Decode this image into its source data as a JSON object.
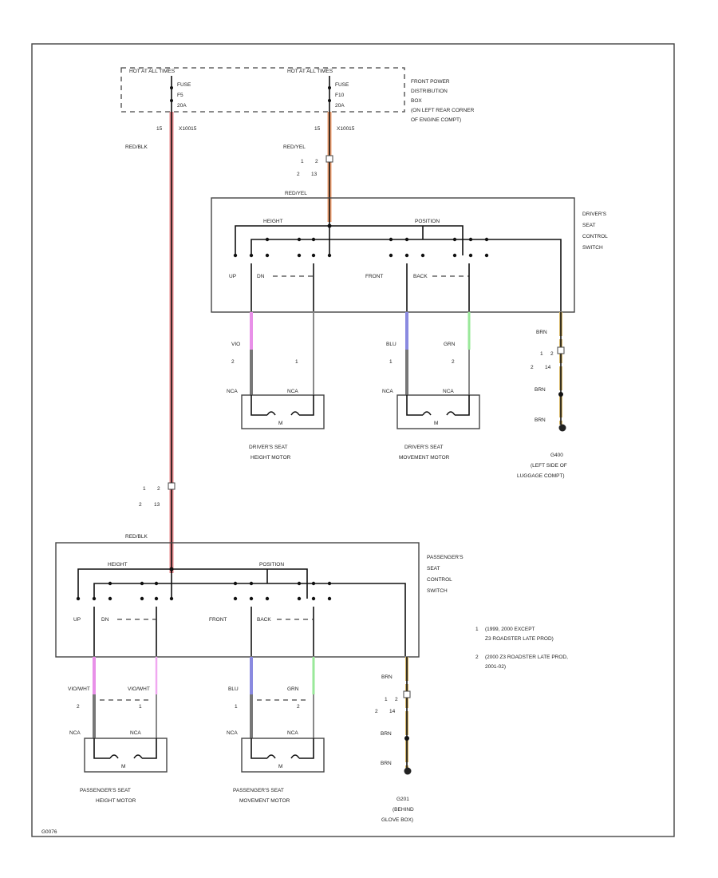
{
  "fuse_box": {
    "hot_left": "HOT AT ALL TIMES",
    "hot_right": "HOT AT ALL TIMES",
    "fuse_label": "FUSE",
    "fuse_left_id": "F5",
    "fuse_left_amp": "20A",
    "fuse_right_id": "F10",
    "fuse_right_amp": "20A",
    "name_lines": [
      "FRONT POWER",
      "DISTRIBUTION",
      "BOX",
      "(ON LEFT REAR CORNER",
      "OF ENGINE COMPT)"
    ],
    "conn_left": "X10015",
    "conn_right": "X10015",
    "pin_left": "15",
    "pin_right": "15"
  },
  "wires": {
    "red_blk": "RED/BLK",
    "red_yel": "RED/YEL",
    "red_yel_2": "RED/YEL",
    "red_blk_2": "RED/BLK",
    "brn": "BRN",
    "vio": "VIO",
    "blu": "BLU",
    "grn": "GRN",
    "vio_wht": "VIO/WHT"
  },
  "splice_pins": {
    "row1_marker": "1",
    "row1_pin": "2",
    "row2_marker": "2",
    "row2_pin": "13",
    "ground_pin": "14"
  },
  "drivers_switch": {
    "name_lines": [
      "DRIVER'S",
      "SEAT",
      "CONTROL",
      "SWITCH"
    ],
    "height": "HEIGHT",
    "position": "POSITION",
    "up": "UP",
    "dn": "DN",
    "front": "FRONT",
    "back": "BACK"
  },
  "passengers_switch": {
    "name_lines": [
      "PASSENGER'S",
      "SEAT",
      "CONTROL",
      "SWITCH"
    ],
    "height": "HEIGHT",
    "position": "POSITION",
    "up": "UP",
    "dn": "DN",
    "front": "FRONT",
    "back": "BACK"
  },
  "motors": {
    "pin1": "1",
    "pin2": "2",
    "m": "M",
    "connector": "NCA",
    "drivers_height": [
      "DRIVER'S SEAT",
      "HEIGHT MOTOR"
    ],
    "drivers_movement": [
      "DRIVER'S SEAT",
      "MOVEMENT MOTOR"
    ],
    "passengers_height": [
      "PASSENGER'S SEAT",
      "HEIGHT MOTOR"
    ],
    "passengers_movement": [
      "PASSENGER'S SEAT",
      "MOVEMENT MOTOR"
    ]
  },
  "grounds": {
    "g400": [
      "G400",
      "(LEFT SIDE OF",
      "LUGGAGE COMPT)"
    ],
    "g201": [
      "G201",
      "(BEHIND",
      "GLOVE BOX)"
    ]
  },
  "notes": [
    {
      "num": "1",
      "lines": [
        "(1999, 2000 EXCEPT",
        "Z3 ROADSTER LATE PROD)"
      ]
    },
    {
      "num": "2",
      "lines": [
        "(2000 Z3 ROADSTER LATE PROD,",
        "2001-02)"
      ]
    }
  ],
  "footer": "G0076",
  "colors": {
    "red_blk": "#e8878a",
    "red_yel": "#f0a070",
    "violet": "#e890e8",
    "blue": "#8a8ae0",
    "green": "#9ae89a",
    "brown": "#d8b868",
    "frame": "#444444"
  }
}
